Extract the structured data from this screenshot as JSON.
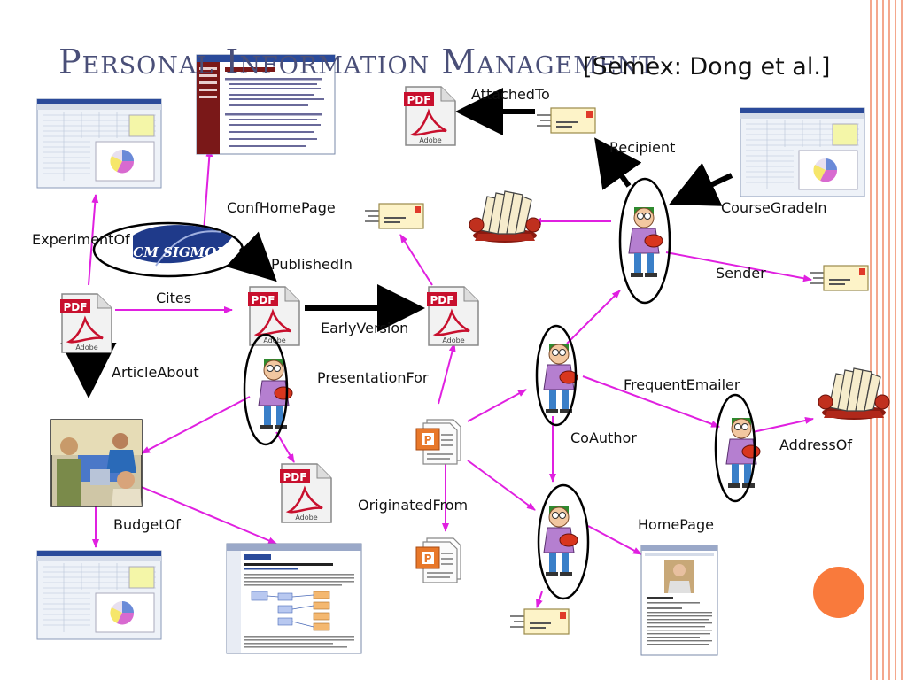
{
  "slide": {
    "title": "Personal Information Management",
    "citation": "[Semex: Dong et al.]"
  },
  "logo": {
    "text": "ACM SIGMOD"
  },
  "labels": {
    "attached_to": "AttachedTo",
    "recipient": "Recipient",
    "conf_home_page": "ConfHomePage",
    "course_grade_in": "CourseGradeIn",
    "experiment_of": "ExperimentOf",
    "published_in": "PublishedIn",
    "sender": "Sender",
    "cites": "Cites",
    "early_version": "EarlyVersion",
    "article_about": "ArticleAbout",
    "presentation_for": "PresentationFor",
    "frequent_emailer": "FrequentEmailer",
    "co_author": "CoAuthor",
    "address_of": "AddressOf",
    "budget_of": "BudgetOf",
    "originated_from": "OriginatedFrom",
    "home_page": "HomePage"
  },
  "icons": {
    "pdf": "pdf-file-icon",
    "email": "email-envelope-icon",
    "rolodex": "rolodex-address-book-icon",
    "person": "person-contact-icon",
    "spreadsheet": "spreadsheet-screenshot-icon",
    "web_page": "web-page-screenshot-icon",
    "presentation": "presentation-file-icon",
    "meeting_photo": "meeting-photo-icon"
  },
  "pdf_caption": "Adobe",
  "colors": {
    "title": "#4a4f78",
    "magenta_edge": "#e020e0",
    "black_edge": "#000000",
    "pdf_red": "#c8102e",
    "accent_orange": "#f97a3c",
    "stripe": "#f4a88e"
  }
}
